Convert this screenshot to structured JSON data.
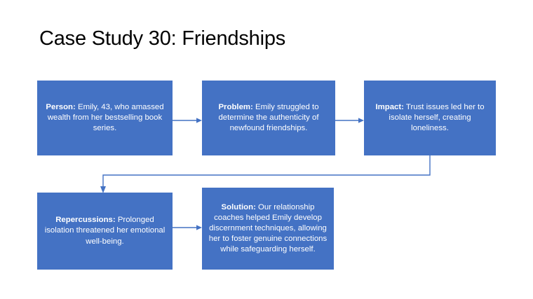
{
  "slide": {
    "title": "Case Study 30: Friendships",
    "background_color": "#FFFFFF",
    "accent_color": "#4472C4",
    "text_color": "#FFFFFF",
    "title_color": "#000000"
  },
  "flow": {
    "boxes": [
      {
        "id": "person",
        "label": "Person:",
        "body": " Emily, 43, who amassed wealth from her bestselling book series.",
        "full_text": "Person: Emily, 43, who amassed wealth from her bestselling book series."
      },
      {
        "id": "problem",
        "label": "Problem:",
        "body": " Emily struggled to determine the authenticity of newfound friendships.",
        "full_text": "Problem: Emily struggled to determine the authenticity of newfound friendships."
      },
      {
        "id": "impact",
        "label": "Impact:",
        "body": " Trust issues led her to isolate herself, creating loneliness.",
        "full_text": "Impact: Trust issues led her to isolate herself, creating loneliness."
      },
      {
        "id": "repercussions",
        "label": "Repercussions:",
        "body": " Prolonged isolation threatened her emotional well-being.",
        "full_text": "Repercussions: Prolonged isolation threatened her emotional well-being."
      },
      {
        "id": "solution",
        "label": "Solution:",
        "body": " Our relationship coaches helped Emily develop discernment techniques, allowing her to foster genuine connections while safeguarding herself.",
        "full_text": "Solution: Our relationship coaches helped Emily develop discernment techniques, allowing her to foster genuine connections while safeguarding herself."
      }
    ],
    "connectors": [
      {
        "id": "person-to-problem",
        "from": "person",
        "to": "problem",
        "style": "straight-right"
      },
      {
        "id": "problem-to-impact",
        "from": "problem",
        "to": "impact",
        "style": "straight-right"
      },
      {
        "id": "impact-to-repercussions",
        "from": "impact",
        "to": "repercussions",
        "style": "elbow-down-left"
      },
      {
        "id": "repercussions-to-solution",
        "from": "repercussions",
        "to": "solution",
        "style": "straight-right"
      }
    ]
  }
}
